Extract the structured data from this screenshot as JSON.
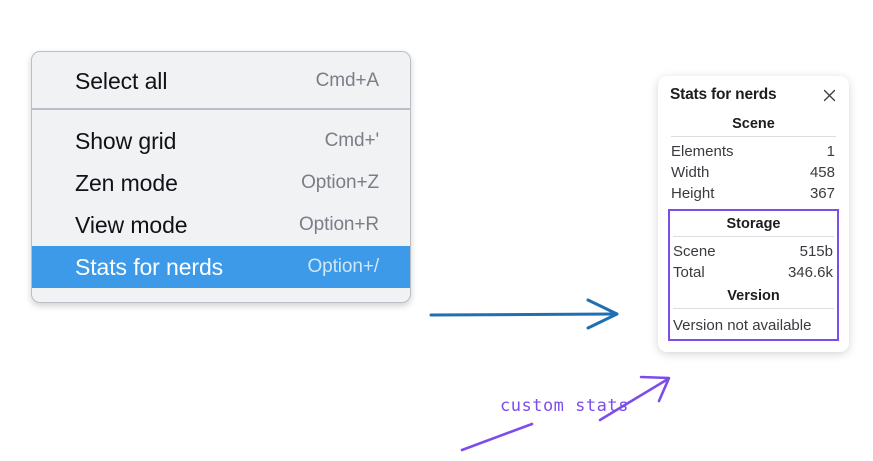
{
  "context_menu": {
    "groups": [
      {
        "items": [
          {
            "label": "Select all",
            "shortcut": "Cmd+A",
            "selected": false
          }
        ]
      },
      {
        "items": [
          {
            "label": "Show grid",
            "shortcut": "Cmd+'",
            "selected": false
          },
          {
            "label": "Zen mode",
            "shortcut": "Option+Z",
            "selected": false
          },
          {
            "label": "View mode",
            "shortcut": "Option+R",
            "selected": false
          },
          {
            "label": "Stats for nerds",
            "shortcut": "Option+/",
            "selected": true
          }
        ]
      }
    ],
    "highlight_color": "#3d9ae8"
  },
  "stats_panel": {
    "title": "Stats for nerds",
    "close_icon": "close-icon",
    "scene": {
      "heading": "Scene",
      "rows": [
        {
          "label": "Elements",
          "value": "1"
        },
        {
          "label": "Width",
          "value": "458"
        },
        {
          "label": "Height",
          "value": "367"
        }
      ]
    },
    "storage": {
      "heading": "Storage",
      "rows": [
        {
          "label": "Scene",
          "value": "515b"
        },
        {
          "label": "Total",
          "value": "346.6k"
        }
      ]
    },
    "version": {
      "heading": "Version",
      "note": "Version not available"
    },
    "highlight_border_color": "#7c4dea"
  },
  "annotations": {
    "label": "custom stats",
    "label_color": "#7c4dea",
    "arrow_color": "#7c4dea",
    "flow_arrow_color": "#1f6fb2"
  }
}
